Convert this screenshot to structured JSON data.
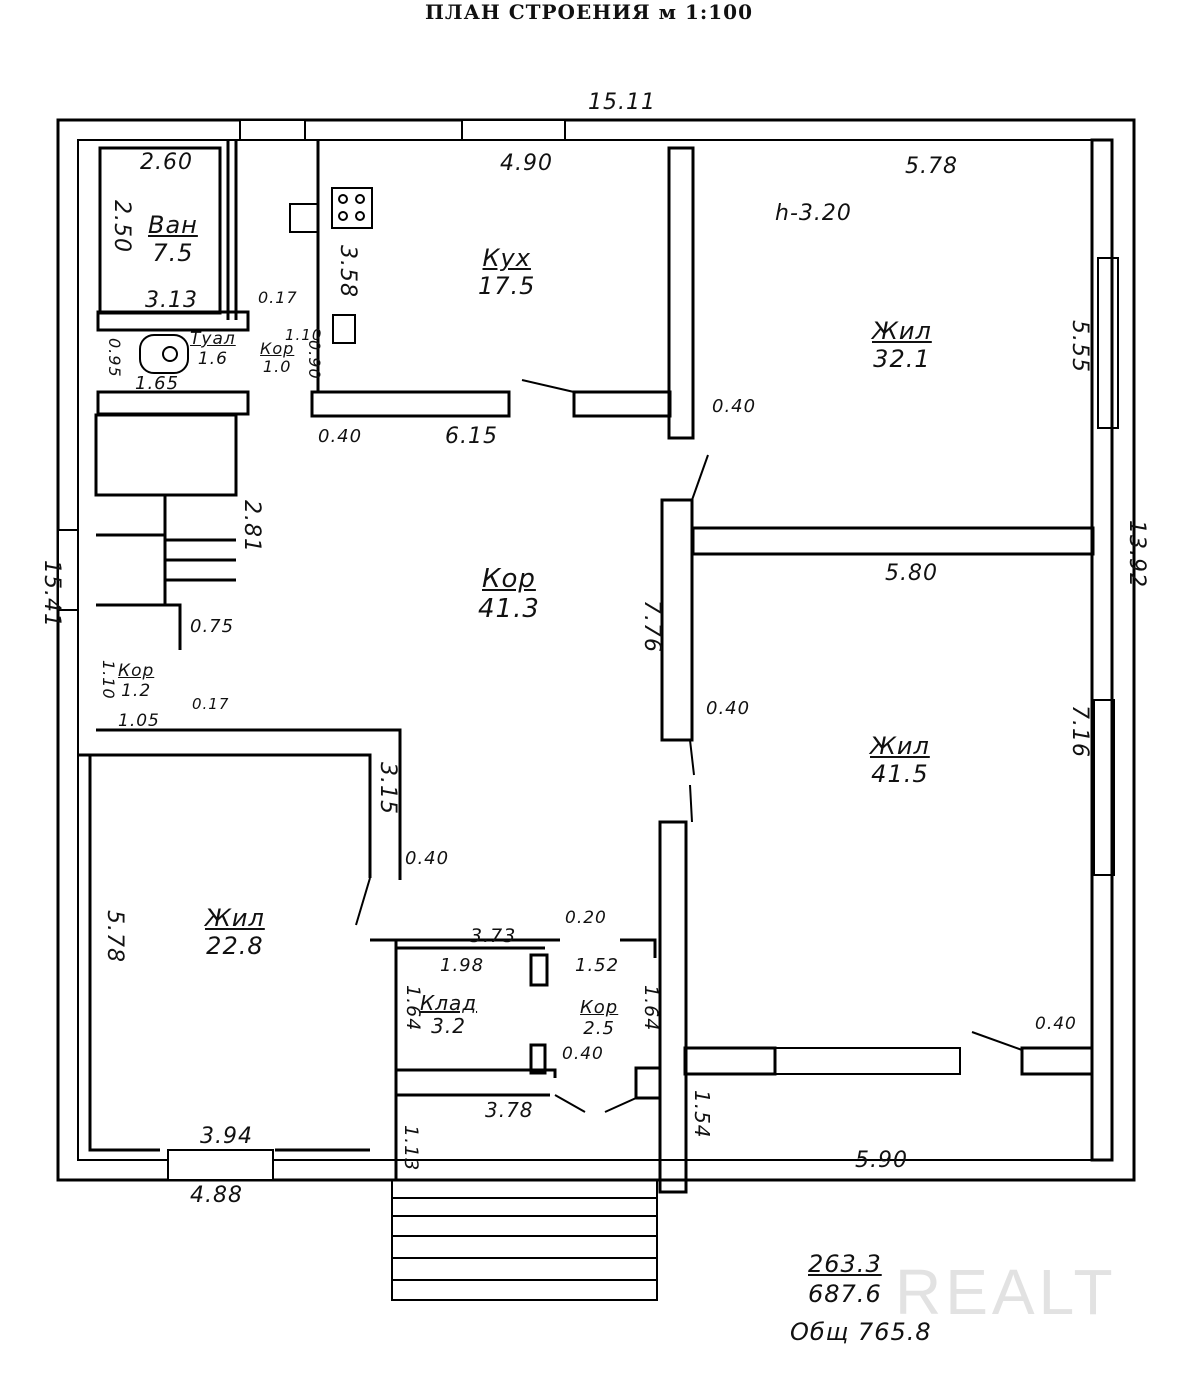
{
  "title": "ПЛАН СТРОЕНИЯ м 1:100",
  "watermark": "REALT",
  "rooms": {
    "bath": {
      "name": "Ван",
      "area": "7.5"
    },
    "wc": {
      "name": "Туал",
      "area": "1.6"
    },
    "hall_small": {
      "name": "Кор",
      "area": "1.0"
    },
    "kitchen": {
      "name": "Кух",
      "area": "17.5"
    },
    "living1": {
      "name": "Жил",
      "area": "32.1"
    },
    "corridor": {
      "name": "Кор",
      "area": "41.3"
    },
    "hall2": {
      "name": "Кор",
      "area": "1.2"
    },
    "living2": {
      "name": "Жил",
      "area": "41.5"
    },
    "living3": {
      "name": "Жил",
      "area": "22.8"
    },
    "storage": {
      "name": "Клад",
      "area": "3.2"
    },
    "hall3": {
      "name": "Кор",
      "area": "2.5"
    }
  },
  "dims": {
    "top_total": "15.11",
    "kitchen_w": "4.90",
    "living1_w": "5.78",
    "height": "h-3.20",
    "bath_top": "2.60",
    "bath_side": "2.50",
    "bath_bottom": "3.13",
    "kitchen_h": "3.58",
    "living1_h": "5.55",
    "wall_017a": "0.17",
    "hall_w": "1.10",
    "hall_h": "0.90",
    "wc_h": "0.95",
    "wc_w": "1.65",
    "wall_040a": "0.40",
    "kitchen_bottom": "6.15",
    "wall_040b": "0.40",
    "stairs": "2.81",
    "stairs_w": "0.75",
    "left_total": "15.41",
    "living2_w": "5.80",
    "right_total": "13.92",
    "corridor_h": "7.76",
    "hall2_h": "1.10",
    "hall2_w": "1.05",
    "wall_017b": "0.17",
    "wall_040c": "0.40",
    "living2_h": "7.16",
    "corr_low": "3.15",
    "wall_040d": "0.40",
    "living3_h": "5.78",
    "storage_top": "3.73",
    "wall_020": "0.20",
    "storage_w": "1.98",
    "hall3_w": "1.52",
    "storage_h": "1.64",
    "hall3_h": "1.64",
    "wall_040e": "0.40",
    "wall_040f": "0.40",
    "porch_w": "3.78",
    "porch_h": "1.54",
    "living3_w": "3.94",
    "porch_side": "1.13",
    "bottom_right": "5.90",
    "bottom_left": "4.88"
  },
  "summary": {
    "living": "263.3",
    "aux": "687.6",
    "total": "Общ 765.8"
  }
}
